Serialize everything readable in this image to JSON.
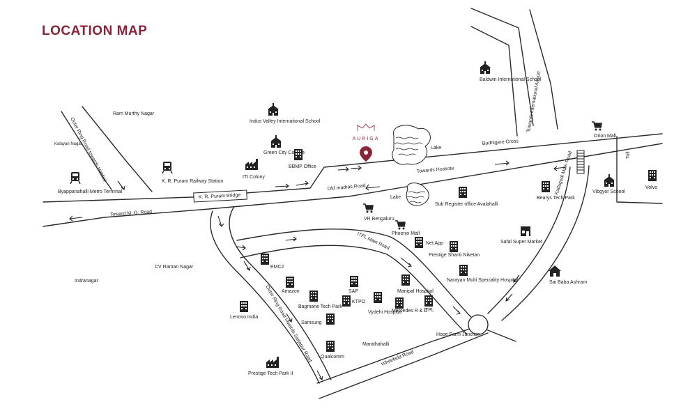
{
  "title": "LOCATION MAP",
  "project": {
    "name": "AURIGA",
    "color": "#8b2339"
  },
  "roads": {
    "outer_ring_hebbal": "Outer Ring Road towards Hebbal",
    "old_madras": "Old madras Road",
    "towards_hoskote": "Towards Hoskote",
    "toward_mg_road": "Toward M. G. Road",
    "itpl_main": "ITPL Main Road",
    "orr_sarjapur": "Outer Ring Road towards Sarjapur Road",
    "whitefield": "Whitefield Road",
    "kadugodi": "Kadugodi Main Road",
    "airport": "Towards International Airport",
    "kr_puram_bridge": "K. R. Puram Bridge",
    "toll": "Toll"
  },
  "areas": {
    "ram_murthy": "Ram Murthy Nagar",
    "kalyan": "Kalayan Nagar",
    "cv_raman": "CV Raman Nagar",
    "indranagar": "Indranagar",
    "marathahalli": "Marathahalli",
    "budhigere": "Budhigere Cross",
    "lake1": "Lake",
    "lake2": "Lake"
  },
  "places": {
    "byappanahalli": "Byappanahalli Metro Terminal",
    "kr_puram_station": "K. R. Puram Railway Station",
    "iti_colony": "ITI Colony",
    "green_city": "Green City College",
    "bbmp": "BBMP Office",
    "indus_valley": "Indus Valley International School",
    "baldwin": "Baldwin International School",
    "orion": "Orion Mall",
    "vibgyor": "Vibgyor School",
    "volvo": "Volvo",
    "sub_register": "Sub Register office Avalahalli",
    "vr": "VR Bengaluru",
    "phoenix": "Phoenix Mall",
    "netapp": "Net App",
    "prestige_shanti": "Prestige Shanti Niketan",
    "brigade": "Bearys Tech Park",
    "safal": "Safal Super Market",
    "sai_baba": "Sai Baba Ashram",
    "narayan": "Narayan Multi Speciality Hospital",
    "emc2": "EMC2",
    "amazon": "Amazon",
    "lenovo": "Lenovo India",
    "bagmane": "Bagmane Tech Park",
    "samsung": "Samsung",
    "sap": "SAP",
    "ktpo": "KTPO",
    "vydehi": "Vydehi Hospital",
    "manipal": "Manipal Hospital",
    "mercedes": "Mercedes R & D",
    "itpl": "ITPL",
    "hope_farm": "Hope Farm Junction",
    "qualcomm": "Qualcomm",
    "prestige_tech": "Prestige Tech Park II"
  },
  "icons": {
    "school": "school-icon",
    "building": "building-icon",
    "train": "train-icon",
    "cart": "shopping-cart-icon",
    "temple": "temple-icon",
    "pin": "location-pin-icon"
  }
}
